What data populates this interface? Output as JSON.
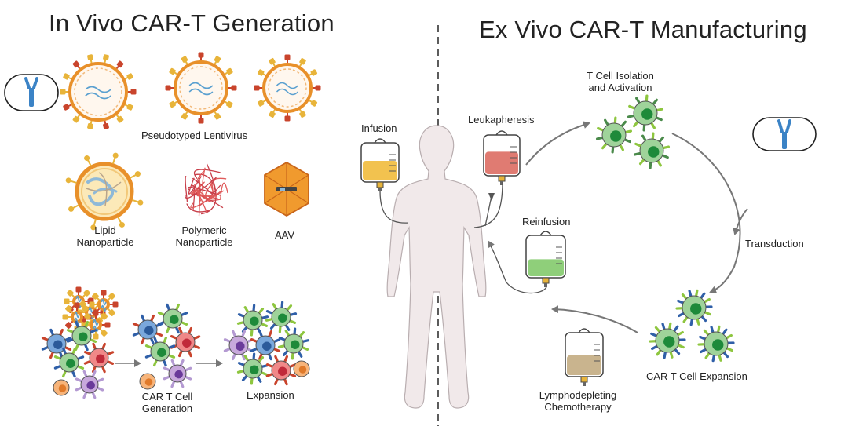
{
  "in_vivo": {
    "title": "In Vivo CAR-T Generation",
    "pseudotyped_lentivirus": "Pseudotyped Lentivirus",
    "lipid_nanoparticle": {
      "line1": "Lipid",
      "line2": "Nanoparticle"
    },
    "polymeric_nanoparticle": {
      "line1": "Polymeric",
      "line2": "Nanoparticle"
    },
    "aav": "AAV",
    "car_t_cell_generation": {
      "line1": "CAR T Cell",
      "line2": "Generation"
    },
    "expansion": "Expansion"
  },
  "ex_vivo": {
    "title": "Ex Vivo CAR-T Manufacturing",
    "t_cell_isolation": {
      "line1": "T Cell Isolation",
      "line2": "and Activation"
    },
    "leukapheresis": "Leukapheresis",
    "infusion": "Infusion",
    "reinfusion": "Reinfusion",
    "transduction": "Transduction",
    "car_t_cell_expansion": "CAR T Cell Expansion",
    "lymphodepleting": {
      "line1": "Lymphodepleting",
      "line2": "Chemotherapy"
    }
  },
  "colors": {
    "virus_orange": "#e8902a",
    "spike_red": "#c9442c",
    "spike_yellow": "#e8b43a",
    "tcell_green": "#9fd39a",
    "tcell_nucleus": "#1e8a3a",
    "receptor_blue": "#2f5fa8",
    "receptor_lime": "#8ec63f",
    "body_fill": "#f1e9ea",
    "infusion_bag": "#f2c24f",
    "leukapheresis_bag": "#e07b72",
    "reinfusion_bag": "#8fcf7a",
    "chemo_bag": "#c9b48e",
    "aav_orange": "#f09a2e"
  }
}
